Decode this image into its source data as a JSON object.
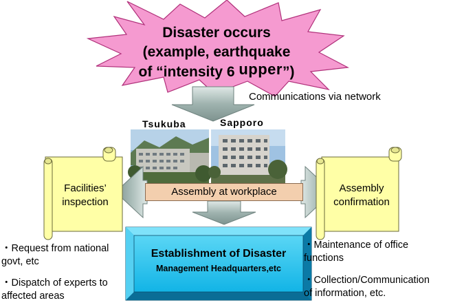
{
  "burst": {
    "line1": "Disaster occurs",
    "line2": "(example, earthquake",
    "line3_a": "of “intensity 6 ",
    "line3_b": "upper",
    "line3_c": "”)"
  },
  "communications_label": "Communications via network",
  "cities": {
    "left": "Tsukuba",
    "right": "Sapporo"
  },
  "assembly_workplace": "Assembly at workplace",
  "left_scroll": {
    "line1": "Facilities’",
    "line2": "inspection"
  },
  "right_scroll": {
    "line1": "Assembly",
    "line2": "confirmation"
  },
  "headquarters": {
    "line1": "Establishment of Disaster",
    "line2": "Management Headquarters,etc"
  },
  "left_bullets": [
    {
      "line1": "・Request from national",
      "line2": "govt, etc"
    },
    {
      "line1": "・Dispatch of experts to",
      "line2": "affected areas"
    }
  ],
  "right_bullets": [
    {
      "line1": "・Maintenance of office",
      "line2": "functions"
    },
    {
      "line1": "・Collection/Communication",
      "line2": "of information, etc."
    }
  ],
  "colors": {
    "burst_fill": "#f59ad0",
    "arrow_fill": "#a9bcb8",
    "scroll_fill": "#ffffa6",
    "assembly_fill": "#f3cfae",
    "hq_fill": "#1ec3ef"
  }
}
